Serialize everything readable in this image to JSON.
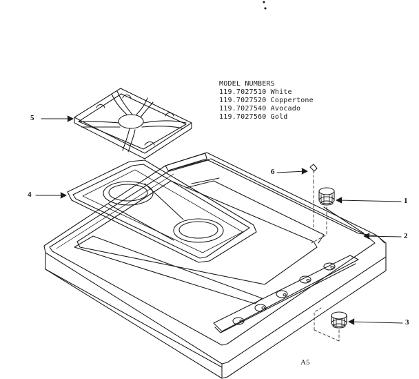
{
  "model_block": {
    "heading": "MODEL NUMBERS",
    "models": [
      "119.7027510 White",
      "119.7027520 Coppertone",
      "119.7027540 Avocado",
      "119.7027560 Gold"
    ]
  },
  "callouts": {
    "grate": "5",
    "burner_cover": "4",
    "small_part": "6",
    "knob_upper": "1",
    "cooktop_frame": "2",
    "knob_lower": "3"
  },
  "page_code": "A5",
  "colors": {
    "line": "#1a1a1a",
    "background": "#ffffff"
  }
}
